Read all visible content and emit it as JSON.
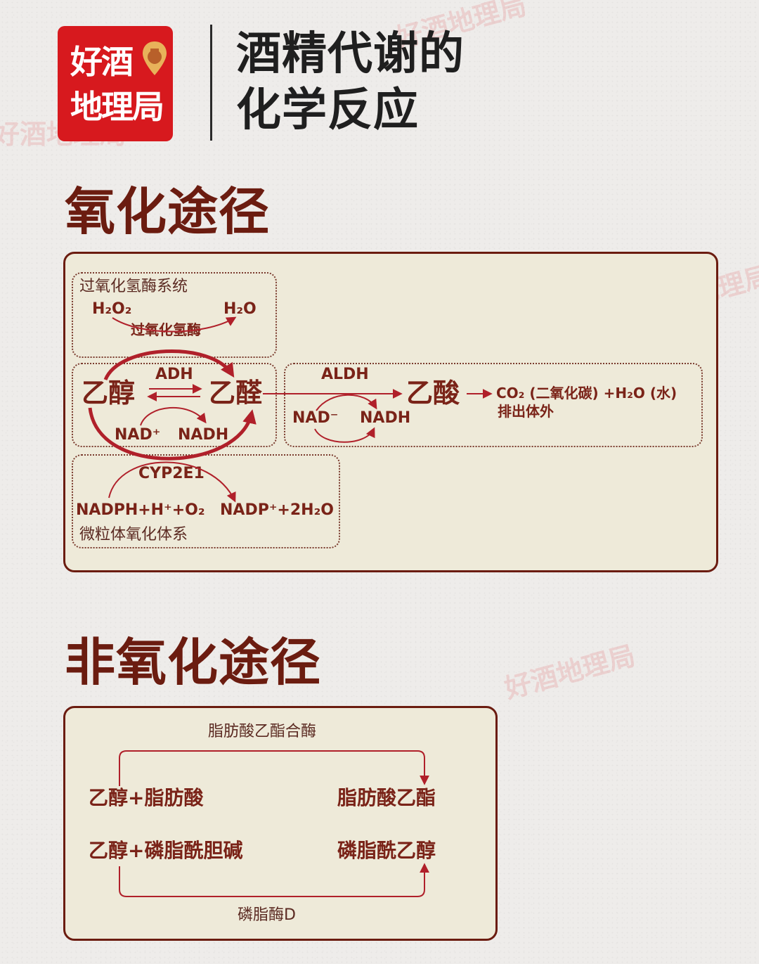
{
  "logo": {
    "line1": "好酒",
    "line2": "地理局"
  },
  "title": {
    "line1": "酒精代谢的",
    "line2": "化学反应"
  },
  "watermark": "好酒地理局",
  "oxidation": {
    "heading": "氧化途径",
    "catalase": {
      "system": "过氧化氢酶系统",
      "h2o2": "H₂O₂",
      "h2o": "H₂O",
      "enzyme": "过氧化氢酶"
    },
    "adh": {
      "ethanol": "乙醇",
      "acetaldehyde": "乙醛",
      "enzyme": "ADH",
      "nad": "NAD⁺",
      "nadh": "NADH"
    },
    "aldh": {
      "enzyme": "ALDH",
      "acetic_acid": "乙酸",
      "nad": "NAD⁻",
      "nadh": "NADH",
      "products": "CO₂ (二氧化碳) +H₂O (水)",
      "excreted": "排出体外"
    },
    "meos": {
      "enzyme": "CYP2E1",
      "reactants": "NADPH+H⁺+O₂",
      "products": "NADP⁺+2H₂O",
      "system": "微粒体氧化体系"
    }
  },
  "non_oxidation": {
    "heading": "非氧化途径",
    "faee": {
      "enzyme": "脂肪酸乙酯合酶",
      "reactants": "乙醇+脂肪酸",
      "product": "脂肪酸乙酯"
    },
    "peth": {
      "reactants": "乙醇+磷脂酰胆碱",
      "product": "磷脂酰乙醇",
      "enzyme": "磷脂酶D"
    }
  },
  "colors": {
    "accent": "#7a2318",
    "logo_bg": "#d7191e",
    "arrow": "#b0202a",
    "panel_bg": "#eeead9"
  }
}
